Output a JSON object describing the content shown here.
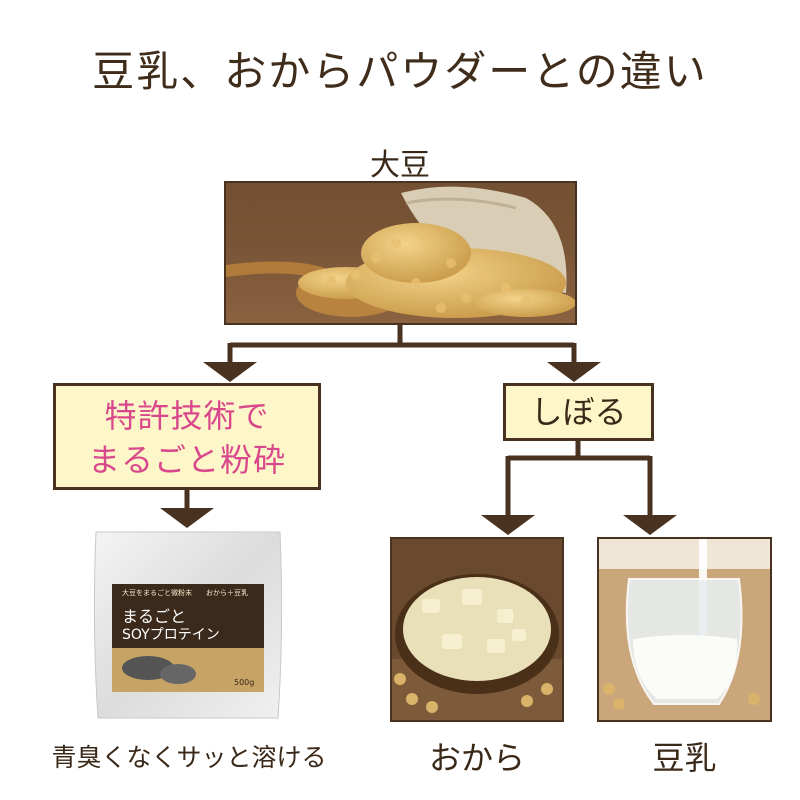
{
  "title": "豆乳、おからパウダーとの違い",
  "source": {
    "label": "大豆"
  },
  "left_branch": {
    "process_line1": "特許技術で",
    "process_line2": "まるごと粉砕",
    "caption": "青臭くなくサッと溶ける"
  },
  "right_branch": {
    "process": "しぼる",
    "product_a": "おから",
    "product_b": "豆乳"
  },
  "package": {
    "brand": "大豆をまるごと微粉末",
    "tagline": "おから＋豆乳",
    "name_line1": "まるごと",
    "name_line2": "SOYプロテイン",
    "weight": "500g"
  },
  "colors": {
    "arrow": "#4a3220",
    "box_fill": "#fdf6c8",
    "highlight": "#d9488c"
  }
}
